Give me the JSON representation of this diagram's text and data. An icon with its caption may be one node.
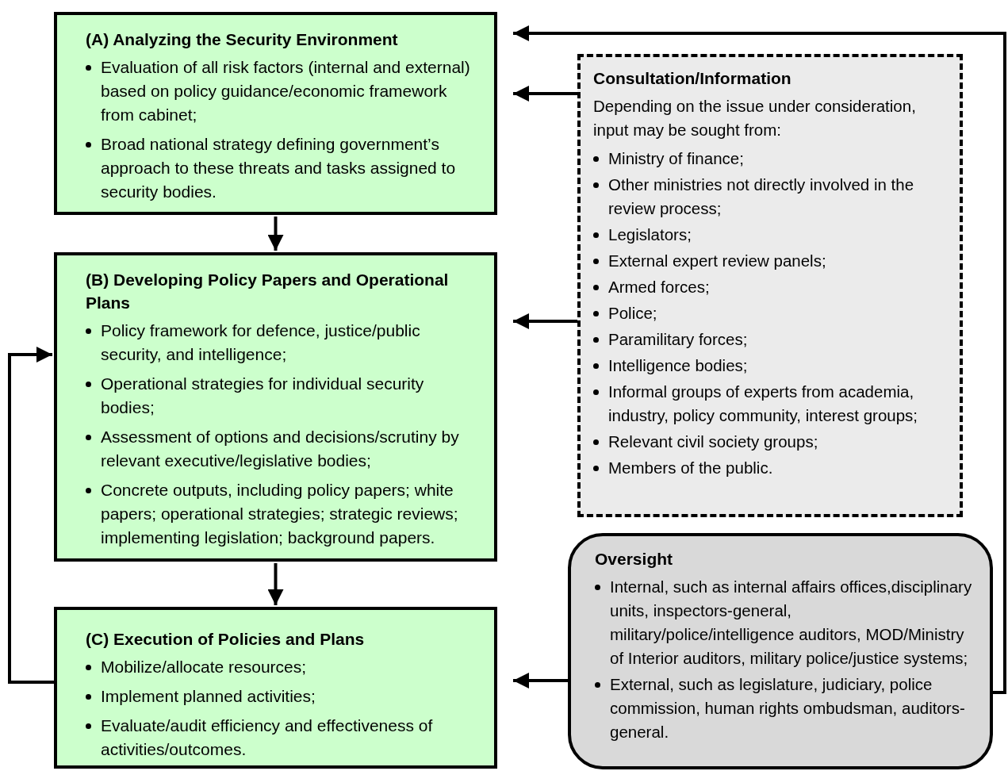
{
  "diagram": {
    "nodes": [
      {
        "text": [
          "(A)  Analyzing the Security Environment",
          "Evaluation of all risk factors (internal and external) based on policy guidance/economic framework from cabinet;",
          "Broad national strategy defining government’s approach to these threats and tasks assigned to security bodies."
        ]
      },
      {
        "text": [
          "(B)  Developing Policy Papers and Operational Plans",
          "Policy framework for defence, justice/public security, and intelligence;",
          "Operational strategies for individual security bodies;",
          "Assessment of options and decisions/scrutiny by relevant executive/legislative bodies;",
          "Concrete outputs, including policy papers; white papers; operational strategies; strategic reviews; implementing legislation; background papers."
        ]
      },
      {
        "text": [
          "(C)  Execution of Policies and Plans",
          "Mobilize/allocate resources;",
          "Implement planned activities;",
          "Evaluate/audit efficiency and effectiveness of activities/outcomes."
        ]
      },
      {
        "text": [
          "Consultation/Information",
          "Depending on the issue under consideration, input may be sought from:",
          "Ministry of finance;",
          "Other ministries not directly involved in the review process;",
          "Legislators;",
          "External expert review panels;",
          "Armed forces;",
          "Police;",
          "Paramilitary forces;",
          "Intelligence bodies;",
          "Informal groups of experts from academia, industry, policy community, interest groups;",
          "Relevant civil society groups;",
          "Members of the public."
        ]
      },
      {
        "text": [
          "Oversight",
          "Internal, such as internal affairs offices,disciplinary units, inspectors-general, military/police/intelligence auditors, MOD/Ministry of Interior auditors, military police/justice systems;",
          "External, such as legislature, judiciary, police commission, human rights ombudsman, auditors-general."
        ]
      }
    ],
    "edges": [
      {
        "from": 0,
        "to": 1,
        "arrow": "to"
      },
      {
        "from": 1,
        "to": 2,
        "arrow": "to"
      },
      {
        "from": 2,
        "to": 1,
        "arrow": "to"
      },
      {
        "from": 3,
        "to": 0,
        "arrow": "to"
      },
      {
        "from": 3,
        "to": 1,
        "arrow": "to"
      },
      {
        "from": 4,
        "to": 2,
        "arrow": "to"
      },
      {
        "from": 4,
        "to": 0,
        "arrow": "to"
      }
    ]
  }
}
